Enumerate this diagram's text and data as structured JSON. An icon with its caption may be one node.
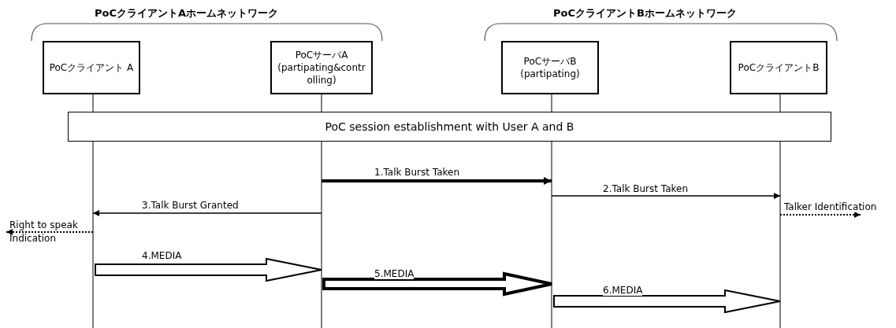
{
  "diagram": {
    "nodes": [
      {
        "text": [
          "PoCクライアント A"
        ]
      },
      {
        "text": [
          "PoCサーバA (partipating&controlling)"
        ]
      },
      {
        "text": [
          "PoCサーバB (partipating)"
        ]
      },
      {
        "text": [
          "PoCクライアントB"
        ]
      },
      {
        "text": [
          "PoC session establishment with User A and B"
        ]
      }
    ],
    "edges": [
      {
        "from": 1,
        "to": 2,
        "arrow": "to",
        "label": "1.Talk Burst Taken",
        "style": "thick"
      },
      {
        "from": 2,
        "to": 3,
        "arrow": "to",
        "label": "2.Talk Burst Taken"
      },
      {
        "from": 1,
        "to": 0,
        "arrow": "to",
        "label": "3.Talk Burst Granted"
      },
      {
        "from": 3,
        "to": null,
        "arrow": "to",
        "label": "Talker Identification",
        "style": "dashed"
      },
      {
        "from": 0,
        "to": null,
        "arrow": "to",
        "label": "Right to speak Indication",
        "style": "dashed"
      },
      {
        "from": 0,
        "to": 1,
        "arrow": "to",
        "label": "4.MEDIA"
      },
      {
        "from": 1,
        "to": 2,
        "arrow": "to",
        "label": "5.MEDIA",
        "style": "thick"
      },
      {
        "from": 2,
        "to": 3,
        "arrow": "to",
        "label": "6.MEDIA"
      }
    ],
    "labels": [
      "PoCクライアントAホームネットワーク",
      "PoCクライアントBホームネットワーク"
    ]
  }
}
